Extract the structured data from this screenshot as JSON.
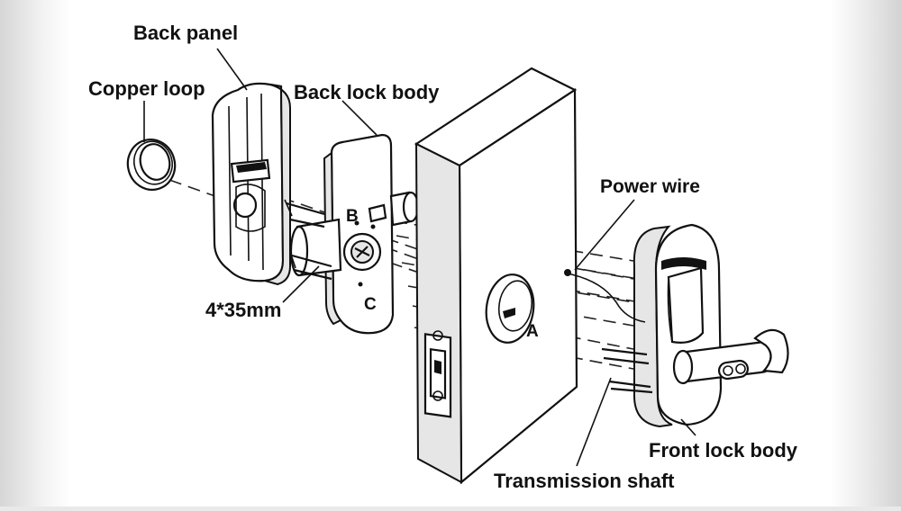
{
  "labels": {
    "back_panel": "Back panel",
    "copper_loop": "Copper loop",
    "back_lock_body": "Back lock body",
    "power_wire": "Power wire",
    "screw_size": "4*35mm",
    "front_lock_body": "Front lock body",
    "transmission_shaft": "Transmission shaft"
  },
  "markers": {
    "a": "A",
    "b": "B",
    "c": "C"
  },
  "colors": {
    "line": "#111111",
    "background": "#ffffff",
    "side_fade": "#e0e0e0"
  }
}
